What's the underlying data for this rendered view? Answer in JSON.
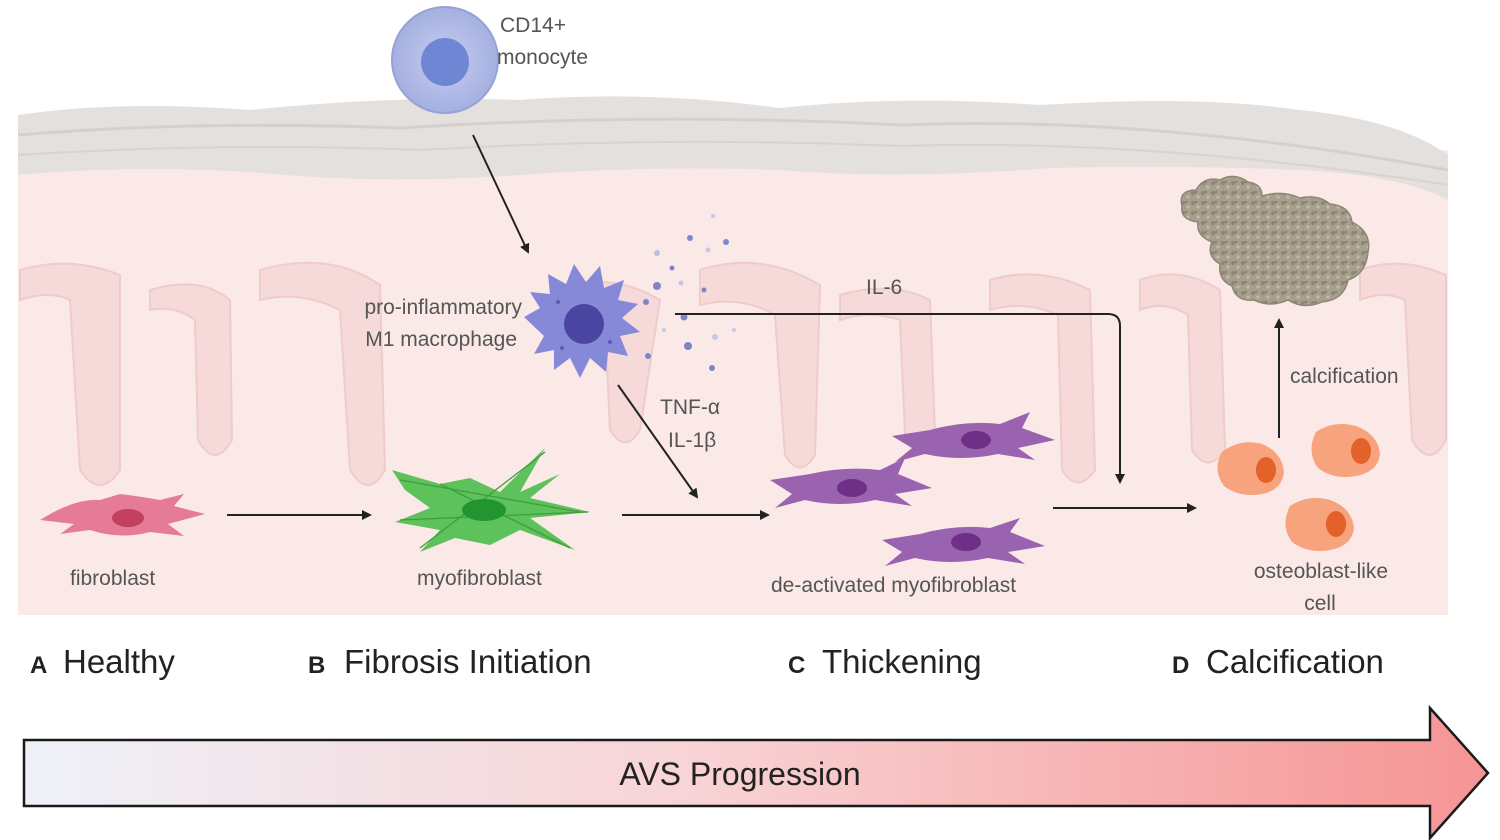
{
  "labels": {
    "monocyte_line1": "CD14+",
    "monocyte_line2": "monocyte",
    "macrophage_line1": "pro-inflammatory",
    "macrophage_line2": "M1 macrophage",
    "il6": "IL-6",
    "tnf": "TNF-α",
    "il1b": "IL-1β",
    "fibroblast": "fibroblast",
    "myofibroblast": "myofibroblast",
    "deactivated": "de-activated myofibroblast",
    "osteoblast_line1": "osteoblast-like",
    "osteoblast_line2": "cell",
    "calcification_arrow": "calcification"
  },
  "stages": [
    {
      "letter": "A",
      "name": "Healthy"
    },
    {
      "letter": "B",
      "name": "Fibrosis Initiation"
    },
    {
      "letter": "C",
      "name": "Thickening"
    },
    {
      "letter": "D",
      "name": "Calcification"
    }
  ],
  "progression": {
    "label": "AVS Progression"
  },
  "colors": {
    "tissue": "#fbe7e6",
    "tissue_folds": "#f4d4d3",
    "endothelium": "#e6e2e0",
    "monocyte": "#a8b4e3",
    "macrophage": "#8087d6",
    "fibroblast": "#e57a94",
    "myofibroblast": "#5cc25a",
    "deactivated": "#9560ad",
    "osteoblast": "#f6a27a",
    "calcification": "#a59c8a",
    "arrow_start": "#eef1f8",
    "arrow_end": "#f69494"
  },
  "icons": [
    "monocyte-cell",
    "macrophage-cell",
    "fibroblast-cell",
    "myofibroblast-cell",
    "deactivated-myofibroblast-cell",
    "osteoblast-cell",
    "calcified-nodule"
  ]
}
